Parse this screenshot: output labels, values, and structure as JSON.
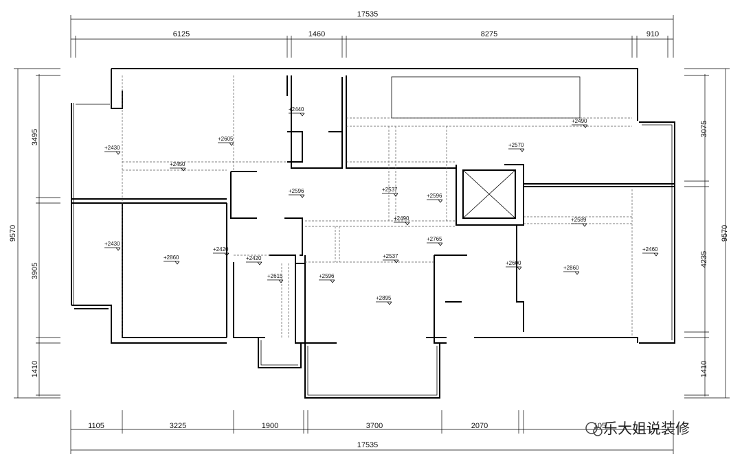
{
  "dimensions": {
    "top_total": "17535",
    "top_segments": [
      "6125",
      "1460",
      "8275",
      "910"
    ],
    "bottom_total": "17535",
    "bottom_segments": [
      "1105",
      "3225",
      "1900",
      "3700",
      "2070",
      "105"
    ],
    "left_total": "9570",
    "left_segments": [
      "3495",
      "3905",
      "1410"
    ],
    "right_total": "9570",
    "right_segments": [
      "3075",
      "4235",
      "1410"
    ]
  },
  "elevations": {
    "e01": "+2440",
    "e02": "+2605",
    "e03": "+2430",
    "e04": "+2450",
    "e05": "+2490",
    "e06": "+2570",
    "e07": "+2596",
    "e08": "+2537",
    "e09": "+2596",
    "e10": "+2490",
    "e11": "+2589",
    "e12": "+2430",
    "e13": "+2860",
    "e14": "+2420",
    "e15": "+2420",
    "e16": "+2615",
    "e17": "+2596",
    "e18": "+2537",
    "e19": "+2765",
    "e20": "+2600",
    "e21": "+2860",
    "e22": "+2460",
    "e23": "+2895"
  },
  "watermark": {
    "text": "乐大姐说装修",
    "icon": "wechat-icon"
  }
}
